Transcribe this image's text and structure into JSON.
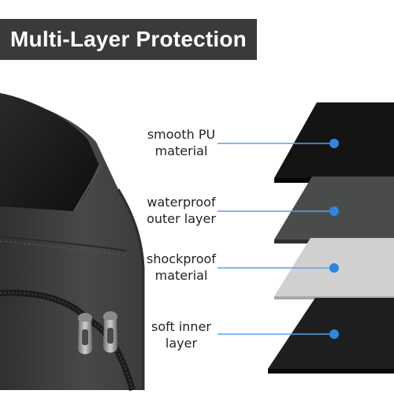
{
  "banner": {
    "title": "Multi-Layer Protection"
  },
  "colors": {
    "banner_bg": "#3a3a3a",
    "accent_dot": "#2e86de",
    "pointer_line": "#5aa0e8",
    "bag": "#3b3d3d"
  },
  "layers": [
    {
      "line1": "smooth PU",
      "line2": "material",
      "color": "#141414"
    },
    {
      "line1": "waterproof",
      "line2": "outer layer",
      "color": "#4a4c4c"
    },
    {
      "line1": "shockproof",
      "line2": "material",
      "color": "#d0d0d0"
    },
    {
      "line1": "soft inner",
      "line2": "layer",
      "color": "#1e1e1e"
    }
  ]
}
